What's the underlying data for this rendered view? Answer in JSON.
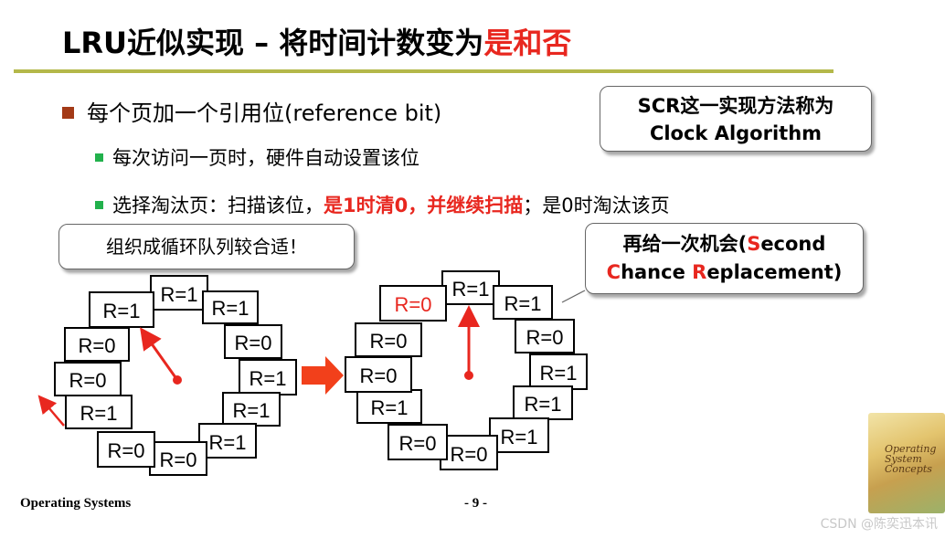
{
  "title": {
    "main": "LRU近似实现 – 将时间计数变为",
    "highlight": "是和否"
  },
  "bullet_main": "每个页加一个引用位(reference bit)",
  "sub1": "每次访问一页时，硬件自动设置该位",
  "sub2": {
    "a": "选择淘汰页：扫描该位，",
    "b": "是1时清0，并继续扫描",
    "c": "；是0时淘汰该页"
  },
  "callout_scr": {
    "line1": "SCR这一实现方法称为",
    "line2": "Clock Algorithm"
  },
  "callout_ring": "组织成循环队列较合适！",
  "callout_second": {
    "l1_pre": "再给一次机会(",
    "l1_S": "S",
    "l1_post": "econd",
    "l2_C": "C",
    "l2_mid": "hance ",
    "l2_R": "R",
    "l2_post": "eplacement)"
  },
  "left_ring": {
    "frames": [
      "R=1",
      "R=1",
      "R=0",
      "R=1",
      "R=1",
      "R=1",
      "R=0",
      "R=0",
      "R=1",
      "R=0",
      "R=0",
      "R=1"
    ]
  },
  "right_ring": {
    "frames": [
      "R=1",
      "R=1",
      "R=0",
      "R=1",
      "R=1",
      "R=1",
      "R=0",
      "R=0",
      "R=1",
      "R=0",
      "R=0",
      "R=0"
    ]
  },
  "footer_left": "Operating Systems",
  "footer_page": "- 9 -",
  "book_cover": {
    "title_line1": "Operating",
    "title_line2": "System",
    "title_line3": "Concepts"
  },
  "watermark": "CSDN @陈奕迅本讯",
  "colors": {
    "accent_red": "#e8271f",
    "rule": "#b4b84a",
    "bullet_brown": "#a33a17",
    "bullet_green": "#22b14c"
  }
}
